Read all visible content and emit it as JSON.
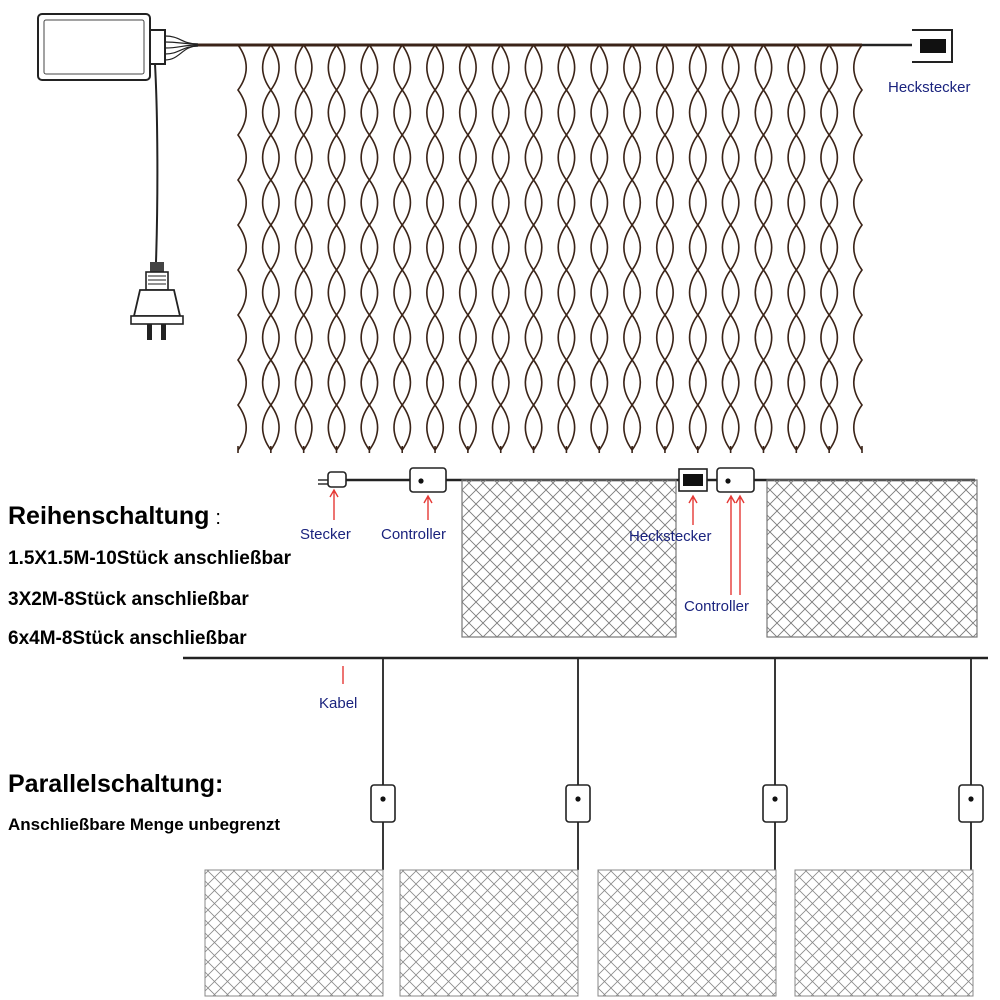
{
  "product": {
    "label_heckstecker": "Heckstecker"
  },
  "series": {
    "title": "Reihenschaltung",
    "colon": ":",
    "lines": [
      "1.5X1.5M-10Stück anschließbar",
      "3X2M-8Stück anschließbar",
      "6x4M-8Stück anschließbar"
    ],
    "labels": {
      "stecker": "Stecker",
      "controller_1": "Controller",
      "heckstecker": "Heckstecker",
      "controller_2": "Controller"
    }
  },
  "parallel": {
    "title": "Parallelschaltung:",
    "subtitle": "Anschließbare Menge unbegrenzt",
    "kabel_label": "Kabel"
  },
  "colors": {
    "net_line": "#3b2418",
    "blue_label": "#1a237e",
    "arrow": "#e53935",
    "mesh": "#666666"
  }
}
